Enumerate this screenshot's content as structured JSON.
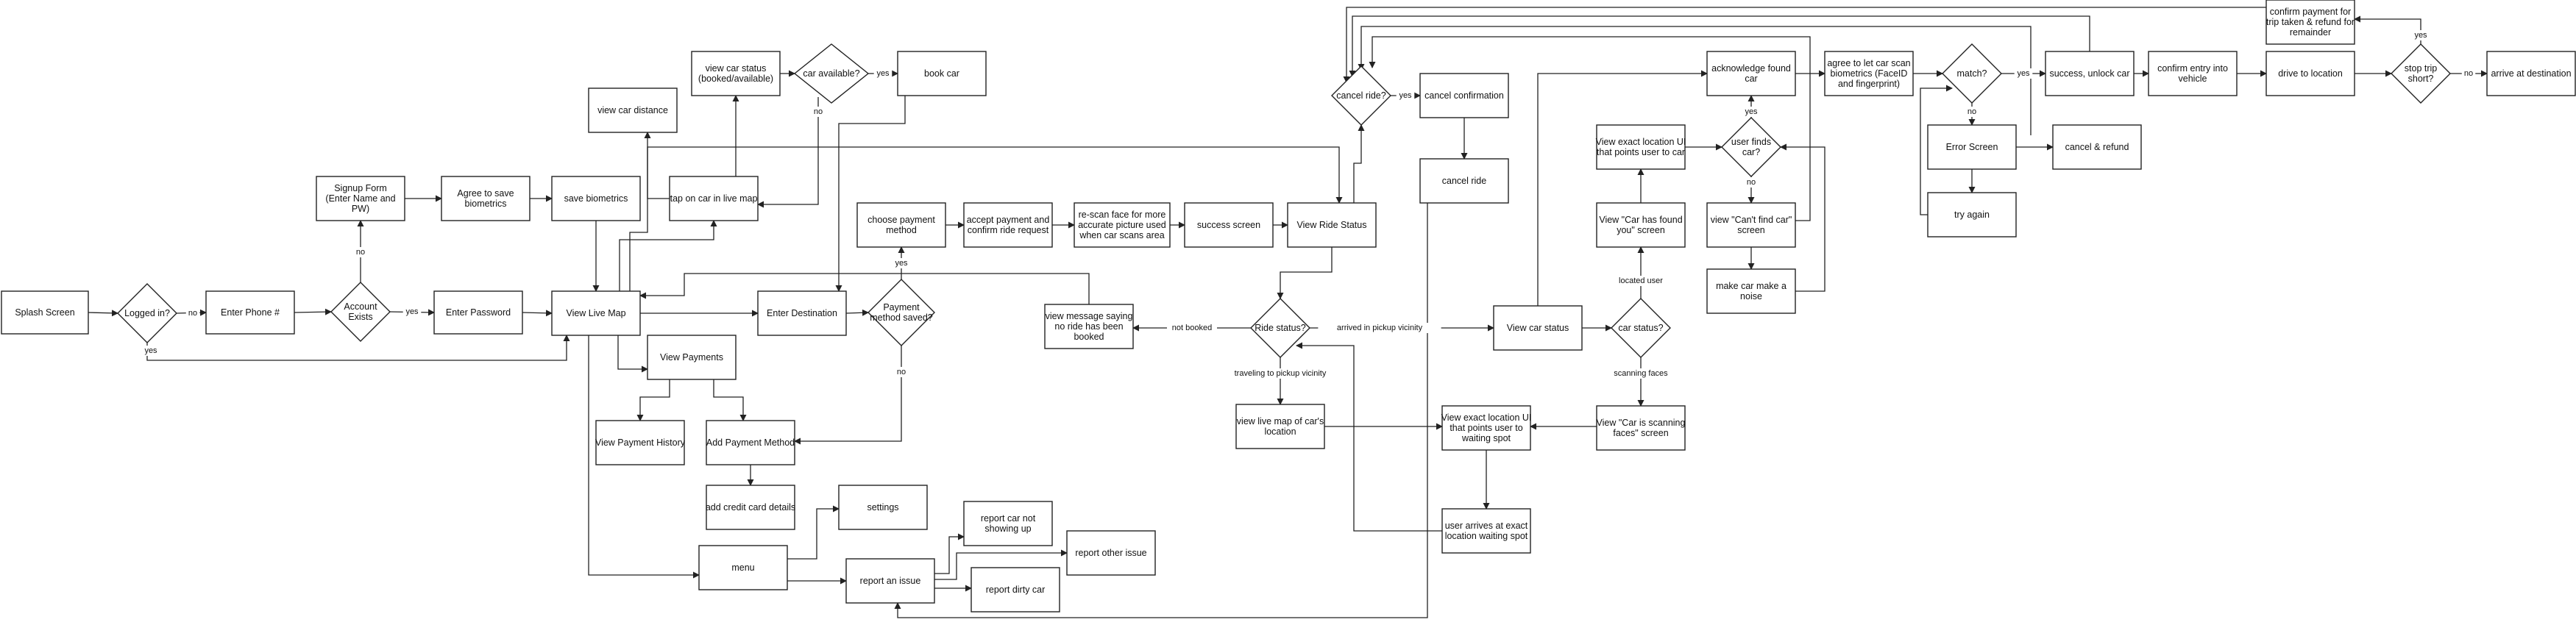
{
  "diagram": {
    "nodes": [
      {
        "id": "splash",
        "shape": "rect",
        "lines": [
          "Splash Screen"
        ]
      },
      {
        "id": "logged_in",
        "shape": "diamond",
        "lines": [
          "Logged in?"
        ]
      },
      {
        "id": "enter_phone",
        "shape": "rect",
        "lines": [
          "Enter Phone #"
        ]
      },
      {
        "id": "account_exists",
        "shape": "diamond",
        "lines": [
          "Account",
          "Exists"
        ]
      },
      {
        "id": "signup",
        "shape": "rect",
        "lines": [
          "Signup Form",
          "(Enter Name and",
          "PW)"
        ]
      },
      {
        "id": "enter_password",
        "shape": "rect",
        "lines": [
          "Enter Password"
        ]
      },
      {
        "id": "agree_biometrics",
        "shape": "rect",
        "lines": [
          "Agree to save",
          "biometrics"
        ]
      },
      {
        "id": "save_biometrics",
        "shape": "rect",
        "lines": [
          "save biometrics"
        ]
      },
      {
        "id": "view_live_map",
        "shape": "rect",
        "lines": [
          "View Live Map"
        ]
      },
      {
        "id": "view_car_distance",
        "shape": "rect",
        "lines": [
          "view car distance"
        ]
      },
      {
        "id": "tap_on_car",
        "shape": "rect",
        "lines": [
          "tap on car in live map"
        ]
      },
      {
        "id": "view_car_status_booked",
        "shape": "rect",
        "lines": [
          "view car status",
          "(booked/available)"
        ]
      },
      {
        "id": "car_available",
        "shape": "diamond",
        "lines": [
          "car available?"
        ]
      },
      {
        "id": "book_car",
        "shape": "rect",
        "lines": [
          "book car"
        ]
      },
      {
        "id": "enter_destination",
        "shape": "rect",
        "lines": [
          "Enter Destination"
        ]
      },
      {
        "id": "payment_saved",
        "shape": "diamond",
        "lines": [
          "Payment",
          "method saved?"
        ]
      },
      {
        "id": "choose_payment",
        "shape": "rect",
        "lines": [
          "choose payment",
          "method"
        ]
      },
      {
        "id": "accept_payment",
        "shape": "rect",
        "lines": [
          "accept payment and",
          "confirm ride request"
        ]
      },
      {
        "id": "rescan_face",
        "shape": "rect",
        "lines": [
          "re-scan face for more",
          "accurate picture used",
          "when car scans area"
        ]
      },
      {
        "id": "success_screen",
        "shape": "rect",
        "lines": [
          "success screen"
        ]
      },
      {
        "id": "view_ride_status",
        "shape": "rect",
        "lines": [
          "View Ride Status"
        ]
      },
      {
        "id": "ride_status",
        "shape": "diamond",
        "lines": [
          "Ride status?"
        ]
      },
      {
        "id": "view_msg_no_ride",
        "shape": "rect",
        "lines": [
          "view message saying",
          "no ride has been",
          "booked"
        ]
      },
      {
        "id": "view_live_map_car",
        "shape": "rect",
        "lines": [
          "view live map of car's",
          "location"
        ]
      },
      {
        "id": "view_payments",
        "shape": "rect",
        "lines": [
          "View Payments"
        ]
      },
      {
        "id": "view_payment_history",
        "shape": "rect",
        "lines": [
          "View Payment History"
        ]
      },
      {
        "id": "add_payment_method",
        "shape": "rect",
        "lines": [
          "Add Payment Method"
        ]
      },
      {
        "id": "add_credit_card",
        "shape": "rect",
        "lines": [
          "add credit card details"
        ]
      },
      {
        "id": "menu",
        "shape": "rect",
        "lines": [
          "menu"
        ]
      },
      {
        "id": "settings",
        "shape": "rect",
        "lines": [
          "settings"
        ]
      },
      {
        "id": "report_issue",
        "shape": "rect",
        "lines": [
          "report an issue"
        ]
      },
      {
        "id": "report_not_showing",
        "shape": "rect",
        "lines": [
          "report car not",
          "showing up"
        ]
      },
      {
        "id": "report_other",
        "shape": "rect",
        "lines": [
          "report other issue"
        ]
      },
      {
        "id": "report_dirty",
        "shape": "rect",
        "lines": [
          "report dirty car"
        ]
      },
      {
        "id": "cancel_ride_q",
        "shape": "diamond",
        "lines": [
          "cancel ride?"
        ]
      },
      {
        "id": "cancel_confirmation",
        "shape": "rect",
        "lines": [
          "cancel confirmation"
        ]
      },
      {
        "id": "cancel_ride",
        "shape": "rect",
        "lines": [
          "cancel ride"
        ]
      },
      {
        "id": "view_car_status",
        "shape": "rect",
        "lines": [
          "View car status"
        ]
      },
      {
        "id": "car_status",
        "shape": "diamond",
        "lines": [
          "car status?"
        ]
      },
      {
        "id": "view_exact_location_car",
        "shape": "rect",
        "lines": [
          "View exact location UI",
          "that points user to car"
        ]
      },
      {
        "id": "view_car_found_you",
        "shape": "rect",
        "lines": [
          "View \"Car has found",
          "you\" screen"
        ]
      },
      {
        "id": "view_car_scanning",
        "shape": "rect",
        "lines": [
          "View \"Car is scanning",
          "faces\" screen"
        ]
      },
      {
        "id": "view_exact_location_spot",
        "shape": "rect",
        "lines": [
          "View exact location UI",
          "that points user to",
          "waiting spot"
        ]
      },
      {
        "id": "user_arrives",
        "shape": "rect",
        "lines": [
          "user arrives at exact",
          "location waiting spot"
        ]
      },
      {
        "id": "acknowledge_found",
        "shape": "rect",
        "lines": [
          "acknowledge found",
          "car"
        ]
      },
      {
        "id": "user_finds_car",
        "shape": "diamond",
        "lines": [
          "user finds",
          "car?"
        ]
      },
      {
        "id": "view_cant_find",
        "shape": "rect",
        "lines": [
          "view \"Can't find car\"",
          "screen"
        ]
      },
      {
        "id": "make_noise",
        "shape": "rect",
        "lines": [
          "make car make a",
          "noise"
        ]
      },
      {
        "id": "agree_scan",
        "shape": "rect",
        "lines": [
          "agree to let car scan",
          "biometrics (FaceID",
          "and fingerprint)"
        ]
      },
      {
        "id": "match",
        "shape": "diamond",
        "lines": [
          "match?"
        ]
      },
      {
        "id": "error_screen",
        "shape": "rect",
        "lines": [
          "Error Screen"
        ]
      },
      {
        "id": "try_again",
        "shape": "rect",
        "lines": [
          "try again"
        ]
      },
      {
        "id": "cancel_refund",
        "shape": "rect",
        "lines": [
          "cancel & refund"
        ]
      },
      {
        "id": "success_unlock",
        "shape": "rect",
        "lines": [
          "success, unlock car"
        ]
      },
      {
        "id": "confirm_entry",
        "shape": "rect",
        "lines": [
          "confirm entry into",
          "vehicle"
        ]
      },
      {
        "id": "drive_location",
        "shape": "rect",
        "lines": [
          "drive to location"
        ]
      },
      {
        "id": "stop_trip_short",
        "shape": "diamond",
        "lines": [
          "stop trip",
          "short?"
        ]
      },
      {
        "id": "arrive_destination",
        "shape": "rect",
        "lines": [
          "arrive at destination"
        ]
      },
      {
        "id": "confirm_payment_refund",
        "shape": "rect",
        "lines": [
          "confirm payment for",
          "trip taken & refund for",
          "remainder"
        ]
      }
    ],
    "edge_labels": {
      "logged_no": "no",
      "logged_yes": "yes",
      "account_yes": "yes",
      "account_no": "no",
      "available_yes": "yes",
      "available_no": "no",
      "payment_yes": "yes",
      "payment_no": "no",
      "not_booked": "not booked",
      "arrived_pickup": "arrived in pickup vicinity",
      "traveling_pickup": "traveling to pickup vicinity",
      "cancel_yes": "yes",
      "located_user": "located user",
      "scanning_faces": "scanning faces",
      "finds_yes": "yes",
      "finds_no": "no",
      "match_yes": "yes",
      "match_no": "no",
      "stop_yes": "yes",
      "stop_no": "no"
    }
  }
}
